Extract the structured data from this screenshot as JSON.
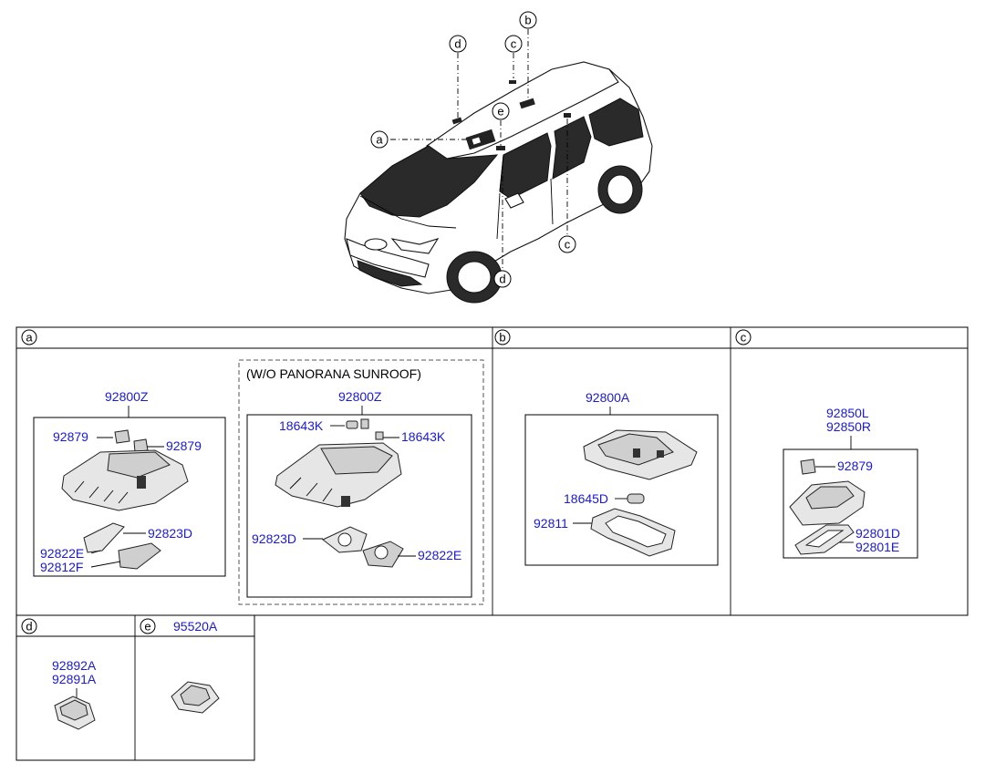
{
  "car": {
    "callouts": [
      "a",
      "b",
      "c",
      "c",
      "d",
      "d",
      "e"
    ]
  },
  "panels": {
    "a": {
      "letter": "a",
      "left_group": {
        "assembly": "92800Z",
        "labels": [
          "92879",
          "92879",
          "92823D",
          "92822E",
          "92812F"
        ]
      },
      "right_group": {
        "note": "(W/O PANORANA SUNROOF)",
        "assembly": "92800Z",
        "labels": [
          "18643K",
          "18643K",
          "92823D",
          "92822E"
        ]
      }
    },
    "b": {
      "letter": "b",
      "assembly": "92800A",
      "labels": [
        "18645D",
        "92811"
      ]
    },
    "c": {
      "letter": "c",
      "assembly": [
        "92850L",
        "92850R"
      ],
      "labels": [
        "92879",
        "92801D",
        "92801E"
      ]
    },
    "d": {
      "letter": "d",
      "labels": [
        "92892A",
        "92891A"
      ]
    },
    "e": {
      "letter": "e",
      "header_part": "95520A"
    }
  }
}
